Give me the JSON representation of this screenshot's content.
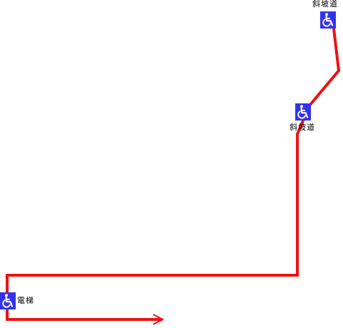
{
  "colors": {
    "route": "#ee1111",
    "icon_bg": "#3333ee",
    "icon_fg": "#ffffff",
    "label_text": "#000000"
  },
  "markers": [
    {
      "icon": "wheelchair-icon",
      "label": "斜坡道"
    },
    {
      "icon": "wheelchair-icon",
      "label": "斜坡道"
    },
    {
      "icon": "wheelchair-icon",
      "label": "電梯"
    }
  ],
  "route": {
    "direction_icon": "arrow-right-icon"
  }
}
